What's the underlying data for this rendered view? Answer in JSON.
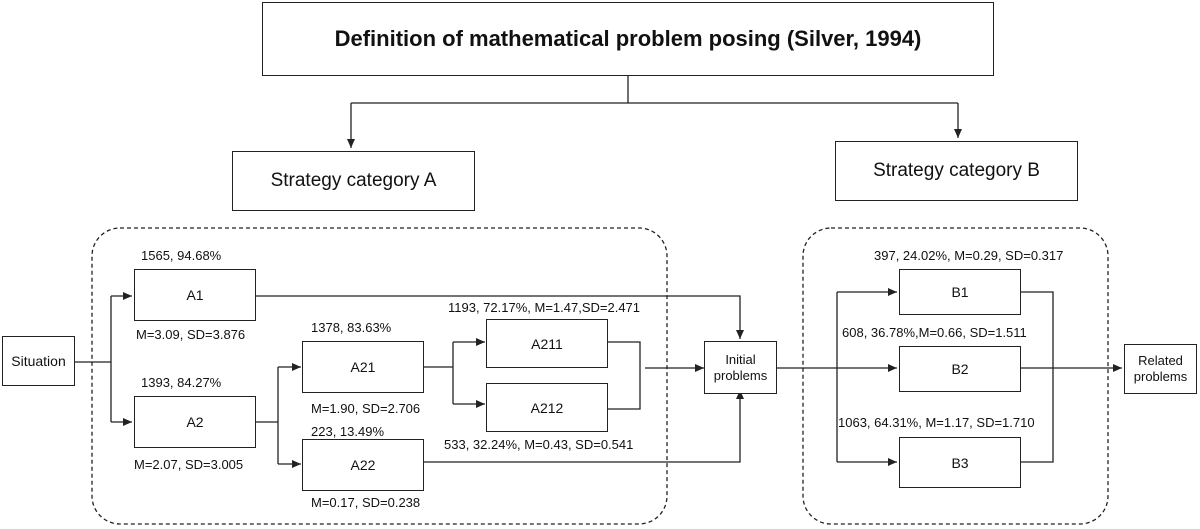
{
  "title": "Definition of mathematical problem posing (Silver, 1994)",
  "category_a": "Strategy category A",
  "category_b": "Strategy category B",
  "nodes": {
    "situation": "Situation",
    "a1": "A1",
    "a2": "A2",
    "a21": "A21",
    "a22": "A22",
    "a211": "A211",
    "a212": "A212",
    "b1": "B1",
    "b2": "B2",
    "b3": "B3",
    "initial_line1": "Initial",
    "initial_line2": "problems",
    "related_line1": "Related",
    "related_line2": "problems"
  },
  "stats": {
    "a1_top": "1565, 94.68%",
    "a1_bottom": "M=3.09, SD=3.876",
    "a2_top": "1393, 84.27%",
    "a2_bottom": "M=2.07, SD=3.005",
    "a21_top": "1378, 83.63%",
    "a21_bottom": "M=1.90, SD=2.706",
    "a22_top": "223, 13.49%",
    "a22_bottom": "M=0.17, SD=0.238",
    "a211_top": "1193, 72.17%, M=1.47,SD=2.471",
    "a212_bottom": "533, 32.24%, M=0.43, SD=0.541",
    "b1_top": "397, 24.02%, M=0.29, SD=0.317",
    "b2_top": "608, 36.78%,M=0.66, SD=1.511",
    "b3_top": "1063, 64.31%, M=1.17, SD=1.710"
  },
  "colors": {
    "line": "#222222",
    "background": "#ffffff"
  }
}
